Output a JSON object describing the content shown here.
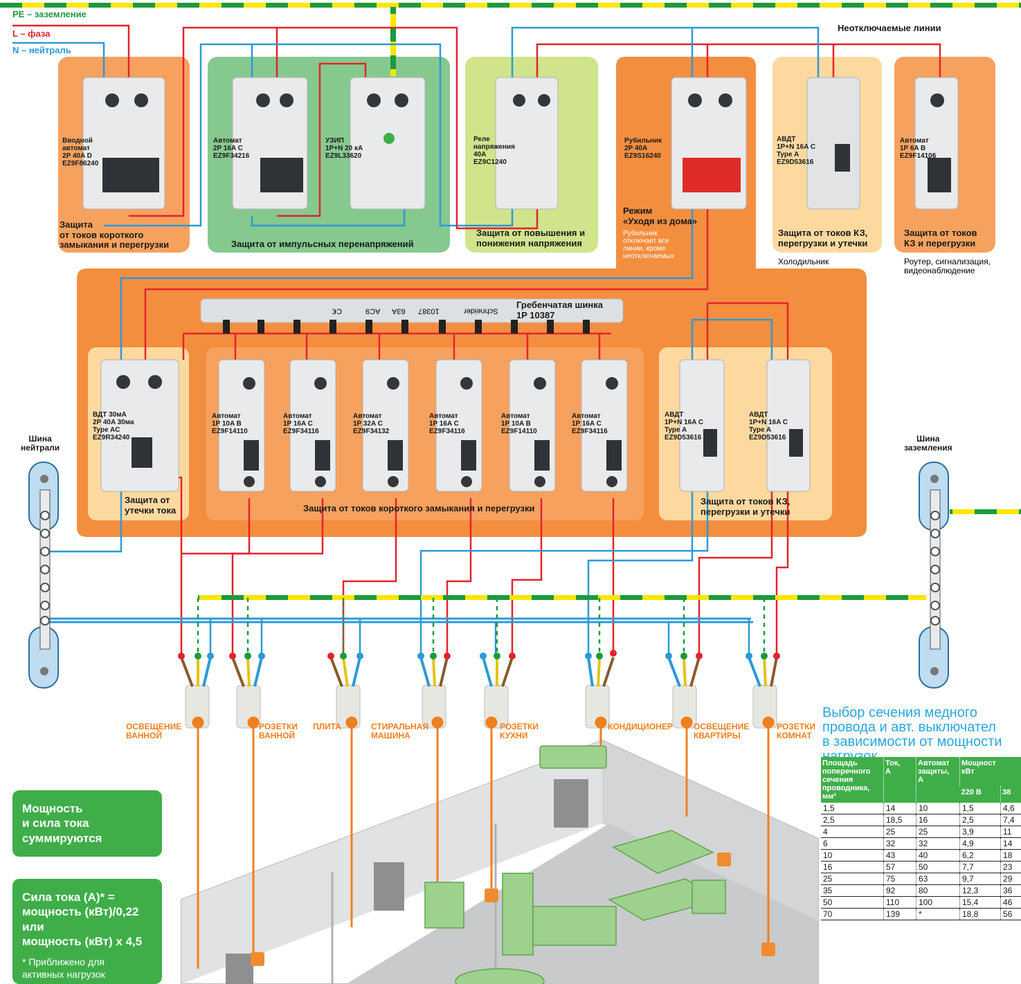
{
  "legend": {
    "pe": "PE – заземление",
    "l": "L – фаза",
    "n": "N – нейтраль"
  },
  "colors": {
    "phase": "#e2242c",
    "neutral": "#2b9ad6",
    "earth_green": "#1b9a3e",
    "earth_yellow": "#ffe600",
    "orange": "#f7a15f",
    "green_box": "#86c98e",
    "lime_box": "#d0e48c",
    "dark_orange": "#f48e3f",
    "light_yellow": "#fdd9a0",
    "accent_green": "#3fae49",
    "cable_orange": "#f07f1e"
  },
  "top_note": "Неотключаемые линии",
  "devices_top": [
    {
      "label": "Вводной\nавтомат\n2P 40A D\nEZ9F86240"
    },
    {
      "label": "Автомат\n2P 16A C\nEZ9F34216"
    },
    {
      "label": "УЗИП\n1P+N 20 кА\nEZ9L33620"
    },
    {
      "label": "Реле\nнапряжения\n40A\nEZ9C1240"
    },
    {
      "label": "Рубильник\n2P 40A\nEZ9S16240"
    },
    {
      "label": "АВДТ\n1P+N 16A C\nType A\nEZ9D53616"
    },
    {
      "label": "Автомат\n1P 6A B\nEZ9F14106"
    }
  ],
  "groups_top": [
    "Защита\nот токов короткого\nзамыкания и перегрузки",
    "Защита от импульсных перенапряжений",
    "Защита от повышения и\nпонижения напряжения",
    "Защита от токов КЗ,\nперегрузки и утечки",
    "Защита от токов\nКЗ и перегрузки"
  ],
  "mode": {
    "title": "Режим\n«Уходя из дома»",
    "text": "Рубильник\nотключает все\nлинии, кроме\nнеотключаемых"
  },
  "top_loads": [
    "Холодильник",
    "Роутер, сигнализация,\nвидеонаблюдение"
  ],
  "comb_bus": {
    "label": "Гребенчатая шинка\n1P 10387",
    "marks": [
      "C€",
      "AC9",
      "63A",
      "10387",
      "Schneider"
    ]
  },
  "devices_bottom": [
    {
      "label": "ВДТ 30мА\n2P 40A 30ма\nType AC\nEZ9R34240"
    },
    {
      "label": "Автомат\n1P 10A B\nEZ9F14110"
    },
    {
      "label": "Автомат\n1P 16A C\nEZ9F34116"
    },
    {
      "label": "Автомат\n1P 32A C\nEZ9F34132"
    },
    {
      "label": "Автомат\n1P 16A C\nEZ9F34116"
    },
    {
      "label": "Автомат\n1P 10A B\nEZ9F14110"
    },
    {
      "label": "Автомат\n1P 16A C\nEZ9F34116"
    },
    {
      "label": "АВДТ\n1P+N 16A C\nType A\nEZ9D53616"
    },
    {
      "label": "АВДТ\n1P+N 16A C\nType A\nEZ9D53616"
    }
  ],
  "groups_bottom": [
    "Защита от\nутечки тока",
    "Защита от токов короткого замыкания и перегрузки",
    "Защита от токов КЗ,\nперегрузки и утечки"
  ],
  "bus_labels": [
    "Шина\nнейтрали",
    "Шина\nзаземления"
  ],
  "cables": [
    "ОСВЕЩЕНИЕ\nВАННОЙ",
    "РОЗЕТКИ\nВАННОЙ",
    "ПЛИТА",
    "СТИРАЛЬНАЯ\nМАШИНА",
    "РОЗЕТКИ\nКУХНИ",
    "КОНДИЦИОНЕР",
    "ОСВЕЩЕНИЕ\nКВАРТИРЫ",
    "РОЗЕТКИ\nКОМНАТ"
  ],
  "info1": "Мощность\nи сила тока\nсуммируются",
  "info2": {
    "formula": "Сила тока (А)* =\nмощность (кВт)/0,22\nили\nмощность (кВт) х 4,5",
    "note": "* Приближено для\nактивных нагрузок"
  },
  "selection": {
    "title": "Выбор сечения медного\nпровода и авт. выключател\nв зависимости от мощности\nнагрузок",
    "headers": [
      "Площадь\nпоперечного\nсечения\nпроводника,\nмм²",
      "Ток,\nА",
      "Автомат\nзащиты,\nА",
      "Мощност\nкВт",
      "220 В",
      "38"
    ],
    "rows": [
      [
        "1,5",
        "14",
        "10",
        "1,5",
        "4,6"
      ],
      [
        "2,5",
        "18,5",
        "16",
        "2,5",
        "7,4"
      ],
      [
        "4",
        "25",
        "25",
        "3,9",
        "11"
      ],
      [
        "6",
        "32",
        "32",
        "4,9",
        "14"
      ],
      [
        "10",
        "43",
        "40",
        "6,2",
        "18"
      ],
      [
        "16",
        "57",
        "50",
        "7,7",
        "23"
      ],
      [
        "25",
        "75",
        "63",
        "9,7",
        "29"
      ],
      [
        "35",
        "92",
        "80",
        "12,3",
        "36"
      ],
      [
        "50",
        "110",
        "100",
        "15,4",
        "46"
      ],
      [
        "70",
        "139",
        "*",
        "18,8",
        "56"
      ]
    ]
  }
}
